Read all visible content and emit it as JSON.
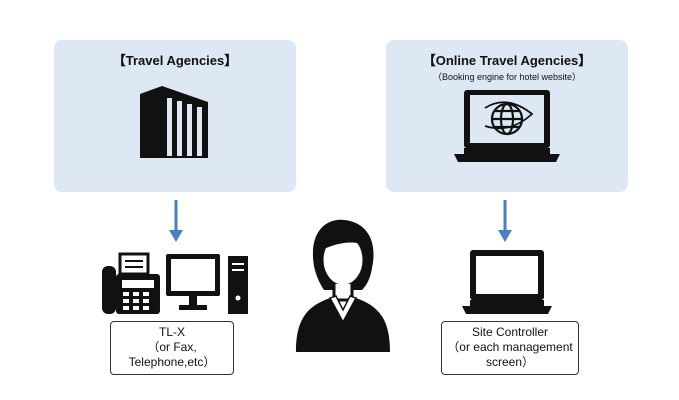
{
  "travel_agencies": {
    "title": "【Travel Agencies】",
    "icon": "office-building-icon"
  },
  "online_travel_agencies": {
    "title": "【Online Travel Agencies】",
    "subtitle": "（Booking engine for hotel website）",
    "icon": "laptop-globe-icon"
  },
  "left_channel": {
    "lines": [
      "TL-X",
      "（or Fax,",
      "Telephone,etc）"
    ],
    "icons": [
      "fax-machine-icon",
      "desktop-computer-icon"
    ]
  },
  "right_channel": {
    "lines": [
      "Site Controller",
      "（or each management",
      "screen）"
    ],
    "icons": [
      "laptop-icon"
    ]
  },
  "center": {
    "icon": "hotel-staff-person-icon"
  },
  "colors": {
    "panel_bg": "#dde8f4",
    "arrow": "#4a7fc1",
    "icon": "#111111"
  }
}
